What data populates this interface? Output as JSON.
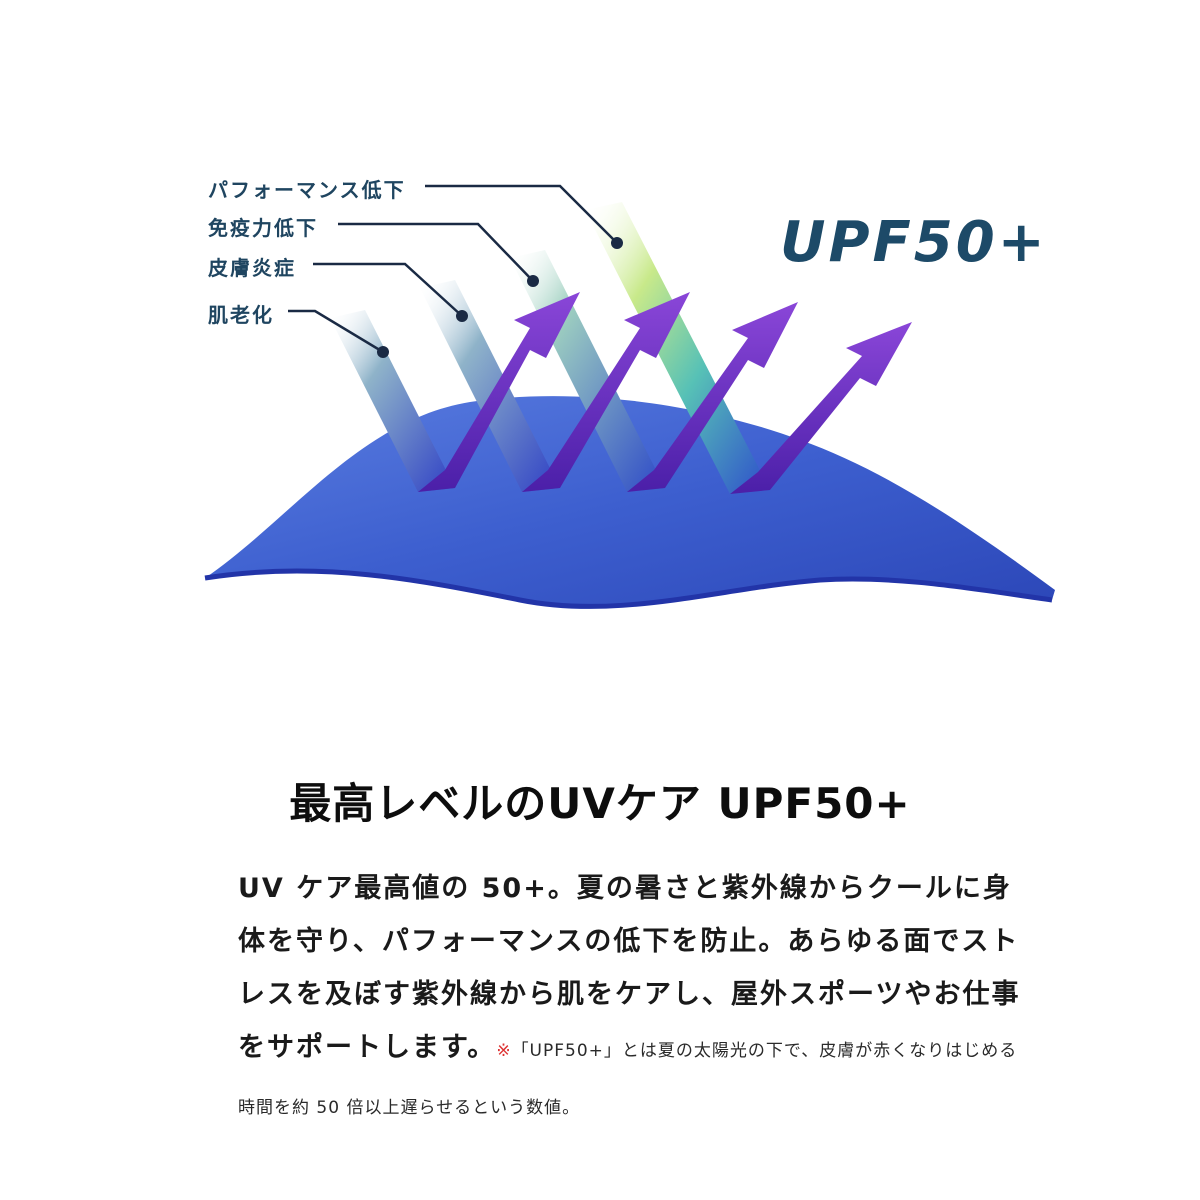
{
  "labels": [
    "パフォーマンス低下",
    "免疫力低下",
    "皮膚炎症",
    "肌老化"
  ],
  "badge": "UPF50+",
  "headline": "最高レベルのUVケア UPF50+",
  "body": "UV ケア最高値の 50+。夏の暑さと紫外線からクールに身体を守り、パフォーマンスの低下を防止。あらゆる面でストレスを及ぼす紫外線から肌をケアし、屋外スポーツやお仕事をサポートします。",
  "note_mark": "※",
  "note": "「UPF50+」とは夏の太陽光の下で、皮膚が赤くなりはじめる時間を約 50 倍以上遅らせるという数値。",
  "colors": {
    "fabric": "#3f62d2",
    "arrow": "#6d2fc4",
    "label": "#1f4560",
    "badge": "#1d4a68"
  }
}
